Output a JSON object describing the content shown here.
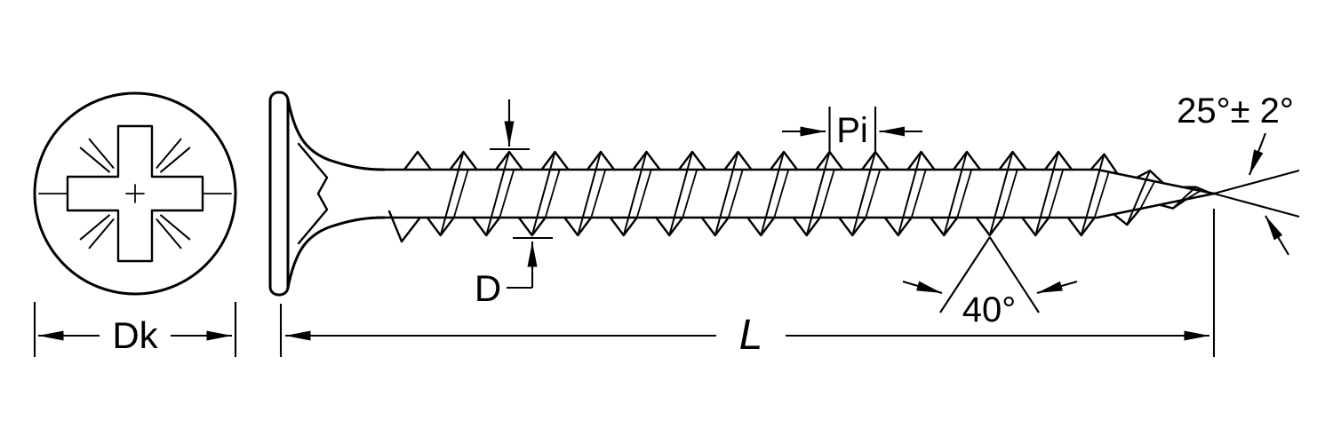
{
  "figure": {
    "background": "#ffffff",
    "line_color": "#000000"
  },
  "dimensions": {
    "head_diameter_label": "Dk",
    "shank_diameter_label": "D",
    "thread_pitch_label": "Pi",
    "overall_length_label": "L",
    "thread_profile_angle_label": "40°",
    "point_taper_angle_label": "25°± 2°"
  }
}
